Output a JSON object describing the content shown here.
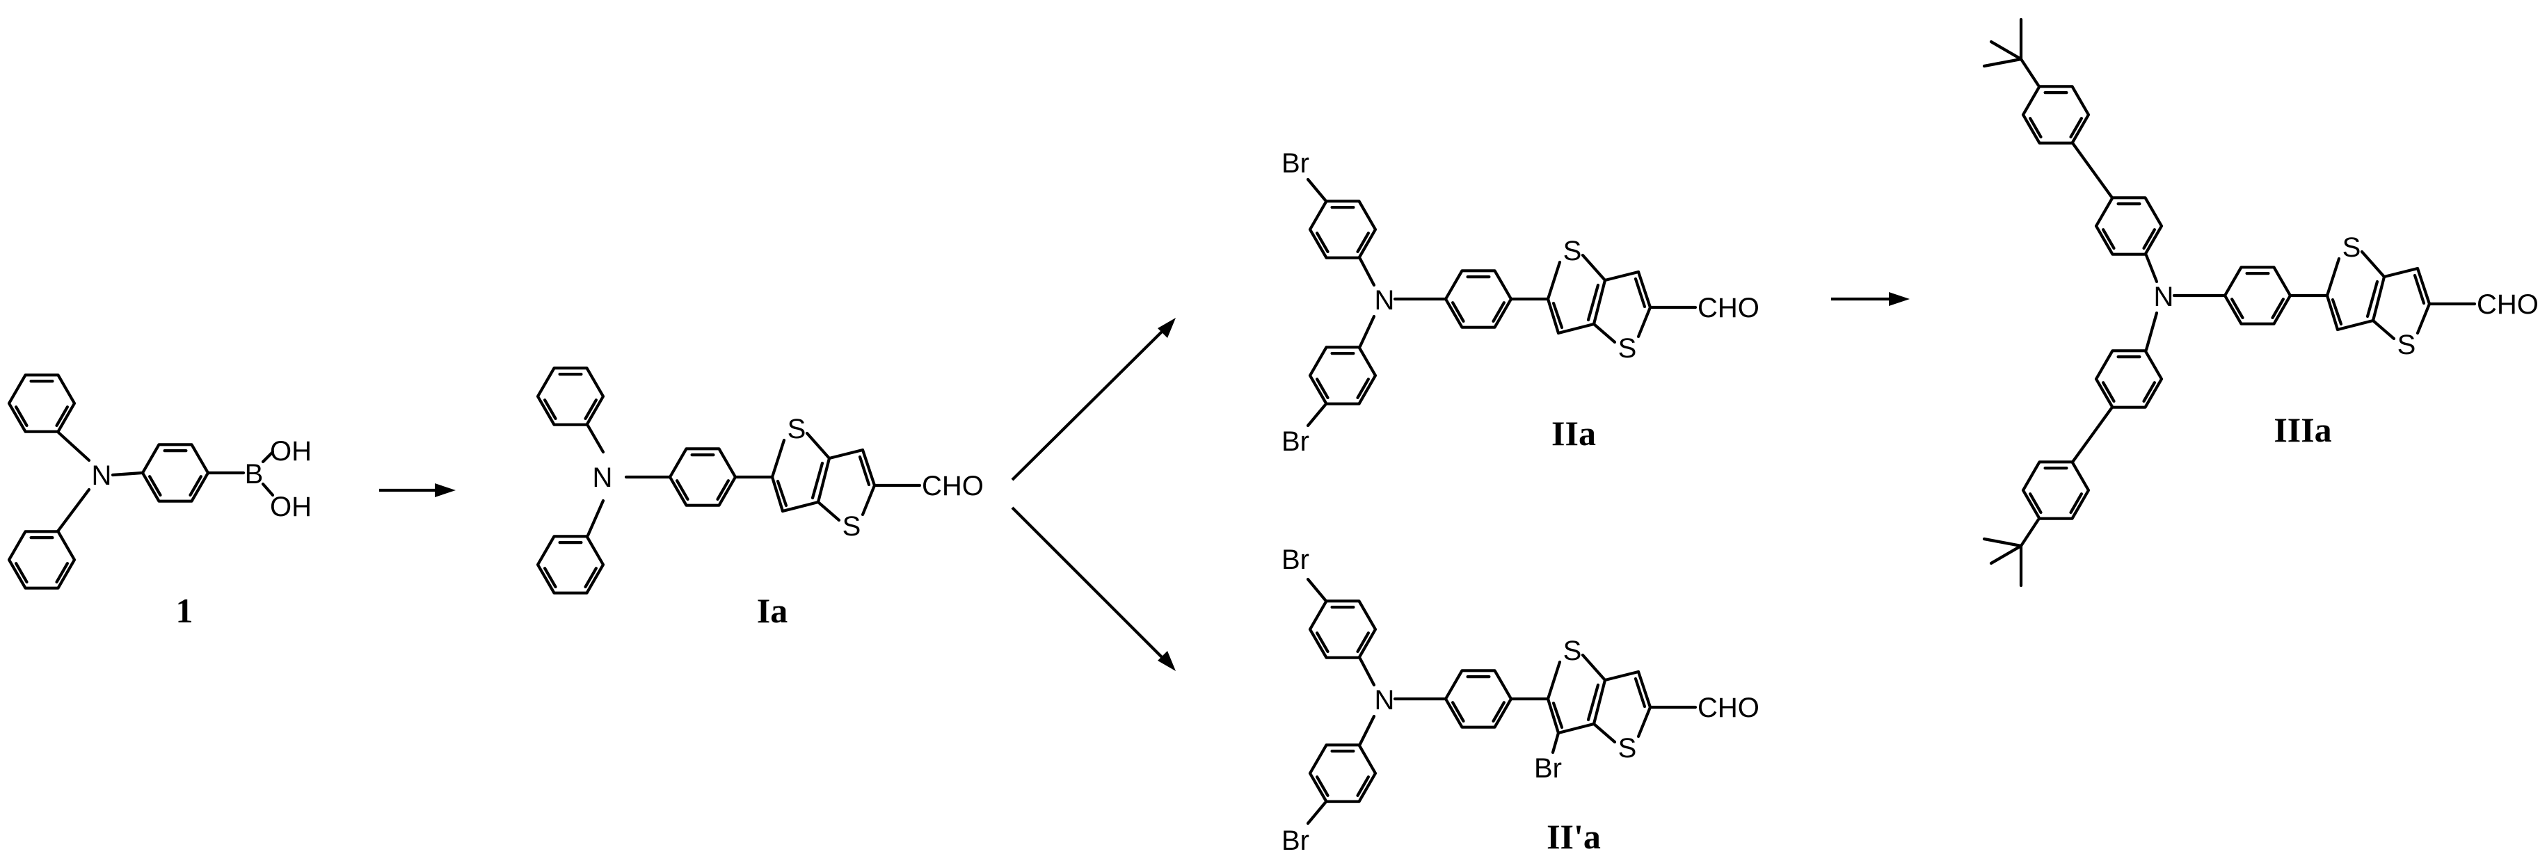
{
  "compounds": [
    {
      "id": "1",
      "label": "1",
      "atoms": {
        "n": "N",
        "b": "B",
        "oh_top": "OH",
        "oh_bottom": "OH"
      }
    },
    {
      "id": "Ia",
      "label": "Ia",
      "atoms": {
        "n": "N",
        "s_top": "S",
        "s_bottom": "S",
        "cho": "CHO"
      }
    },
    {
      "id": "IIa",
      "label": "IIa",
      "atoms": {
        "n": "N",
        "br_top": "Br",
        "br_bottom": "Br",
        "s_top": "S",
        "s_bottom": "S",
        "cho": "CHO"
      }
    },
    {
      "id": "II'a",
      "label": "II'a",
      "atoms": {
        "n": "N",
        "br_top": "Br",
        "br_bottom": "Br",
        "br_ring": "Br",
        "s_top": "S",
        "s_bottom": "S",
        "cho": "CHO"
      }
    },
    {
      "id": "IIIa",
      "label": "IIIa",
      "atoms": {
        "n": "N",
        "s_top": "S",
        "s_bottom": "S",
        "cho": "CHO"
      }
    }
  ],
  "reactions": [
    {
      "from": "1",
      "to": "Ia"
    },
    {
      "from": "Ia",
      "to": "IIa"
    },
    {
      "from": "Ia",
      "to": "II'a"
    },
    {
      "from": "IIa",
      "to": "IIIa"
    }
  ]
}
